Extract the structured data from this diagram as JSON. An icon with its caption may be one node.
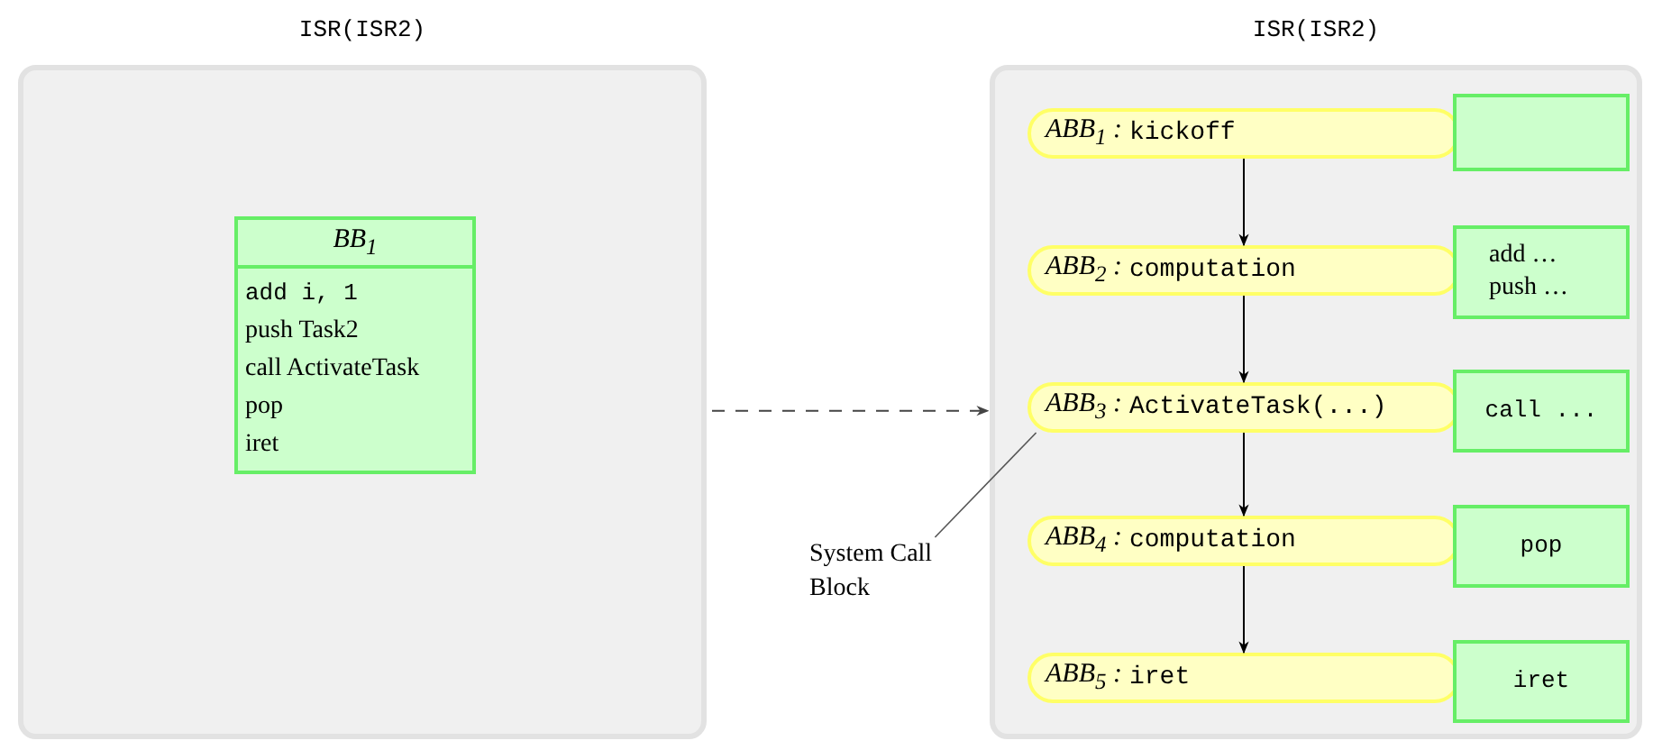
{
  "diagram": {
    "nodes": [
      {
        "text": [
          "ISR(ISR2)"
        ]
      },
      {
        "text": [
          "*BB*$_{1}$",
          "add i, 1",
          "push Task2",
          "call ActivateTask",
          "pop",
          "iret"
        ],
        "in": 0
      },
      {
        "text": [
          "ISR(ISR2)"
        ]
      },
      {
        "text": [
          "*ABB*$_{1}$ :",
          "kickoff"
        ],
        "in": 2
      },
      {
        "text": [],
        "shape": "box",
        "in": 2
      },
      {
        "text": [
          "*ABB*$_{2}$ :",
          "computation"
        ],
        "in": 2
      },
      {
        "text": [
          "add …",
          "push …"
        ],
        "in": 2
      },
      {
        "text": [
          "*ABB*$_{3}$ :",
          "ActivateTask(...)"
        ],
        "in": 2
      },
      {
        "text": [
          "call ..."
        ],
        "in": 2
      },
      {
        "text": [
          "*ABB*$_{4}$ :",
          "computation"
        ],
        "in": 2
      },
      {
        "text": [
          "pop"
        ],
        "in": 2
      },
      {
        "text": [
          "*ABB*$_{5}$ :",
          "iret"
        ],
        "in": 2
      },
      {
        "text": [
          "iret"
        ],
        "in": 2
      },
      {
        "text": [
          "System Call Block"
        ]
      }
    ],
    "edges": [
      {
        "from": 0,
        "to": 2,
        "arrow": "to",
        "style": "dashed"
      },
      {
        "from": 3,
        "to": 5,
        "arrow": "to"
      },
      {
        "from": 5,
        "to": 7,
        "arrow": "to"
      },
      {
        "from": 7,
        "to": 9,
        "arrow": "to"
      },
      {
        "from": 9,
        "to": 11,
        "arrow": "to"
      },
      {
        "from": 13,
        "to": 7,
        "arrow": "none"
      }
    ]
  }
}
